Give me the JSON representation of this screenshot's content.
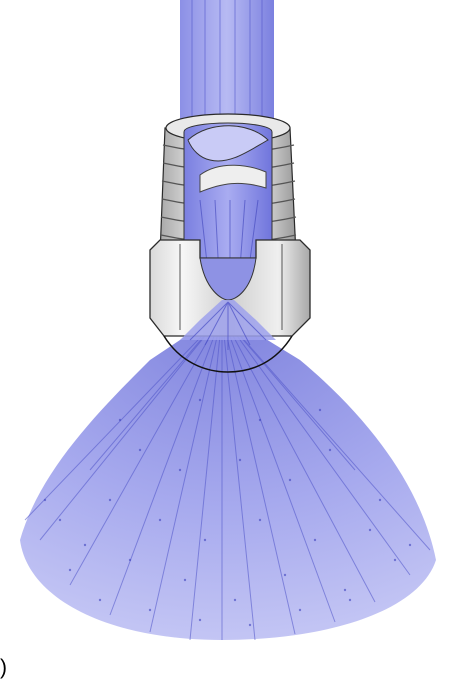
{
  "figure": {
    "corner_label": ")"
  },
  "colors": {
    "spray_blue": "#6f74d9",
    "spray_light": "#b9bcf0",
    "metal_light": "#f2f2f2",
    "metal_mid": "#cfcfcf",
    "metal_dark": "#8f8f8f",
    "outline": "#1b1b1b"
  },
  "icons": [
    "liquid-inlet",
    "swirl-insert",
    "threaded-body",
    "hex-nut",
    "orifice",
    "spray-cone"
  ]
}
